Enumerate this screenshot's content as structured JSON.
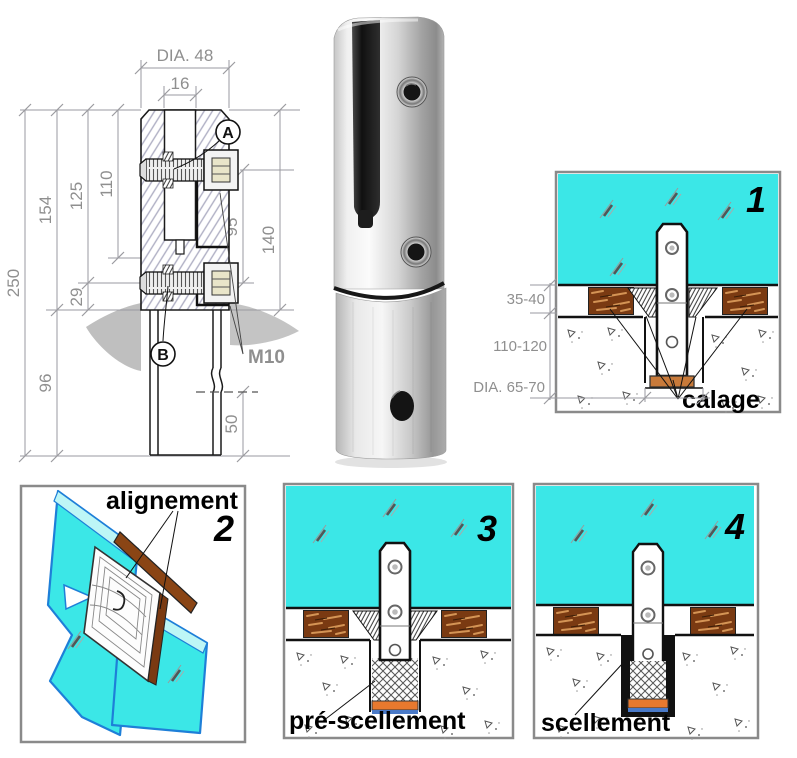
{
  "drawing": {
    "dia_label": "DIA. 48",
    "slot_width": "16",
    "h154": "154",
    "h125": "125",
    "h110": "110",
    "h95": "95",
    "h140": "140",
    "h250": "250",
    "h29": "29",
    "h96": "96",
    "h50": "50",
    "thread_label": "M10",
    "detail_a": "A",
    "detail_b": "B"
  },
  "panels": {
    "p1": {
      "number": "1",
      "caption": "calage",
      "dim_top": "35-40",
      "dim_depth": "110-120",
      "dim_dia": "DIA. 65-70"
    },
    "p2": {
      "number": "2",
      "caption": "alignement"
    },
    "p3": {
      "number": "3",
      "caption": "pré-scellement"
    },
    "p4": {
      "number": "4",
      "caption": "scellement"
    }
  },
  "colors": {
    "glass": "#3BE7E7",
    "glass_edge": "#1E7FD8",
    "glass_light": "#BDF6F6",
    "wood": "#7A3A12",
    "wood_streak": "#D49455",
    "pad_orange": "#D9782E",
    "pad_blue": "#4A7AC8",
    "dim_gray": "#8F8F8F",
    "panel_border": "#8A8A8A",
    "section_hatch": "#AFAFC4",
    "ground_shadow": "#BFBFBF"
  }
}
